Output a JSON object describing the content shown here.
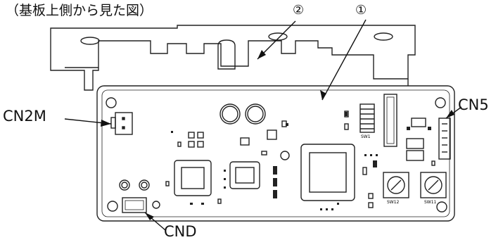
{
  "title": "（基板上側から見た図）",
  "labels": {
    "cn2m": "CN2M",
    "cn5": "CN5",
    "cnd": "CND",
    "marker1": "①",
    "marker2": "②"
  },
  "silkscreen": {
    "sw1": "SW1",
    "sw11": "SW11",
    "sw12": "SW12"
  }
}
